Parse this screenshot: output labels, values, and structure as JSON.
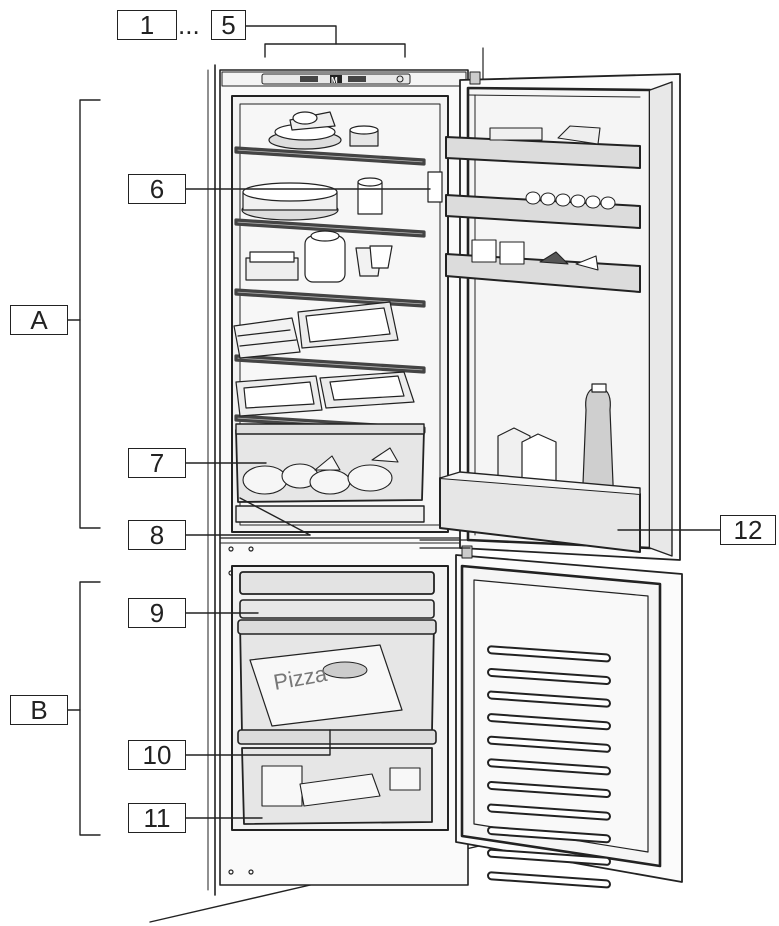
{
  "labels": {
    "c1": "1",
    "ellipsis": "...",
    "c5": "5",
    "c6": "6",
    "c7": "7",
    "c8": "8",
    "c9": "9",
    "c10": "10",
    "c11": "11",
    "c12": "12",
    "zoneA": "A",
    "zoneB": "B"
  },
  "control_panel": {
    "display": "M"
  },
  "food_text": {
    "pizza": "Pizza"
  },
  "colors": {
    "line": "#222222",
    "interior": "#f2f2f2",
    "shelf": "#555555",
    "drawer": "#e4e4e4",
    "door_rail": "#dcdcdc"
  }
}
